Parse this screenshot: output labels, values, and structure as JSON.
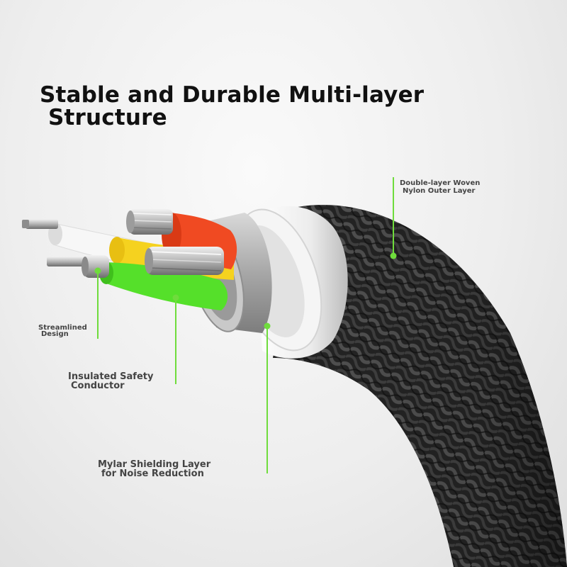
{
  "title": {
    "line1": "Stable and Durable Multi-layer",
    "line2": "Structure"
  },
  "callouts": {
    "outer_layer": {
      "line1": "Double-layer Woven",
      "line2": "Nylon Outer Layer"
    },
    "streamlined": {
      "line1": "Streamlined",
      "line2": "Design"
    },
    "insulated": {
      "line1": "Insulated Safety",
      "line2": "Conductor"
    },
    "mylar": {
      "line1": "Mylar Shielding Layer",
      "line2": "for Noise Reduction"
    }
  },
  "colors": {
    "accent": "#6fdc3c",
    "braid": "#2a2a2a",
    "red_wire": "#f04a22",
    "yellow_wire": "#f5d21f",
    "green_wire": "#55e02a",
    "white_wire": "#f7f7f7",
    "collar": "#e9e9e9"
  }
}
